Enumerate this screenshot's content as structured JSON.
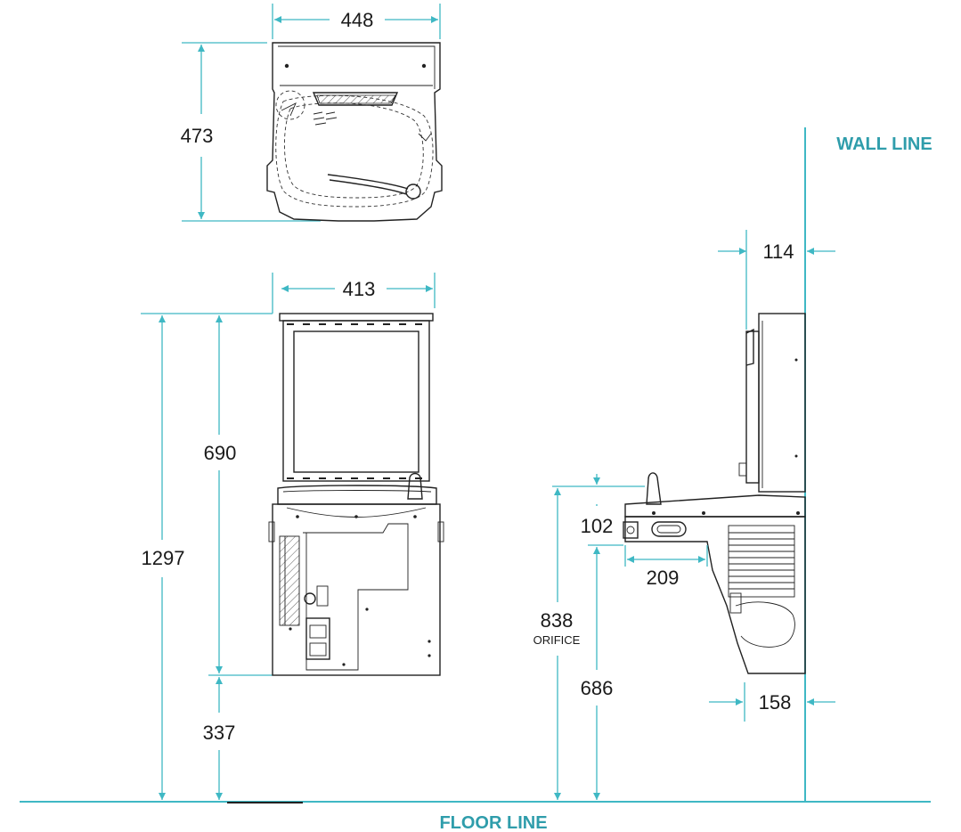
{
  "colors": {
    "dimension": "#3fb8c4",
    "label": "#2f9dab",
    "line_art": "#222222"
  },
  "reference_lines": {
    "wall": "WALL LINE",
    "floor": "FLOOR LINE"
  },
  "dimensions": {
    "top_width": "448",
    "top_depth": "473",
    "front_width": "413",
    "front_upper_height": "690",
    "overall_height": "1297",
    "floor_to_unit": "337",
    "wall_offset_top": "114",
    "bubbler_height": "102",
    "orifice_height": "838",
    "orifice_label": "ORIFICE",
    "bowl_projection": "209",
    "rim_height": "686",
    "wall_offset_bottom": "158"
  },
  "views": [
    "top-view",
    "front-view",
    "side-view"
  ]
}
